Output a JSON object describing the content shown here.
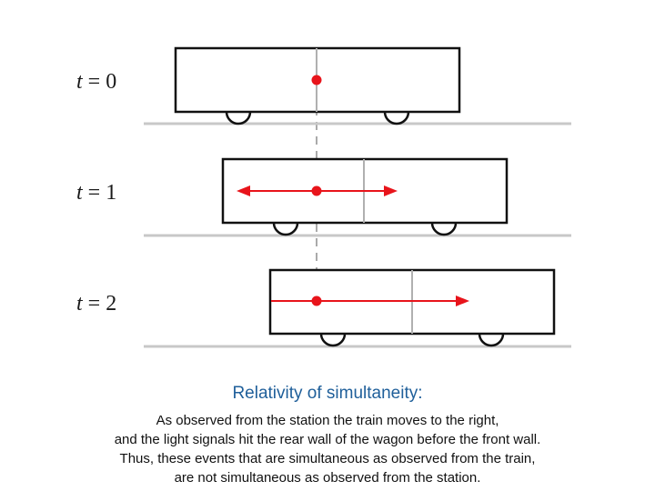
{
  "labels": [
    {
      "var": "t",
      "eq": "= 0"
    },
    {
      "var": "t",
      "eq": "= 1"
    },
    {
      "var": "t",
      "eq": "= 2"
    }
  ],
  "caption": {
    "title": "Relativity of simultaneity:",
    "lines": [
      "As observed from the station the train moves to the right,",
      "and the light signals hit the rear wall of the wagon before the front wall.",
      "Thus, these events that are simultaneous as observed from the train,",
      "are not simultaneous as observed from the station."
    ]
  },
  "colors": {
    "signal": "#e8141b",
    "wagon": "#111111",
    "track": "#c8c8c8",
    "title": "#1f5f9a"
  }
}
